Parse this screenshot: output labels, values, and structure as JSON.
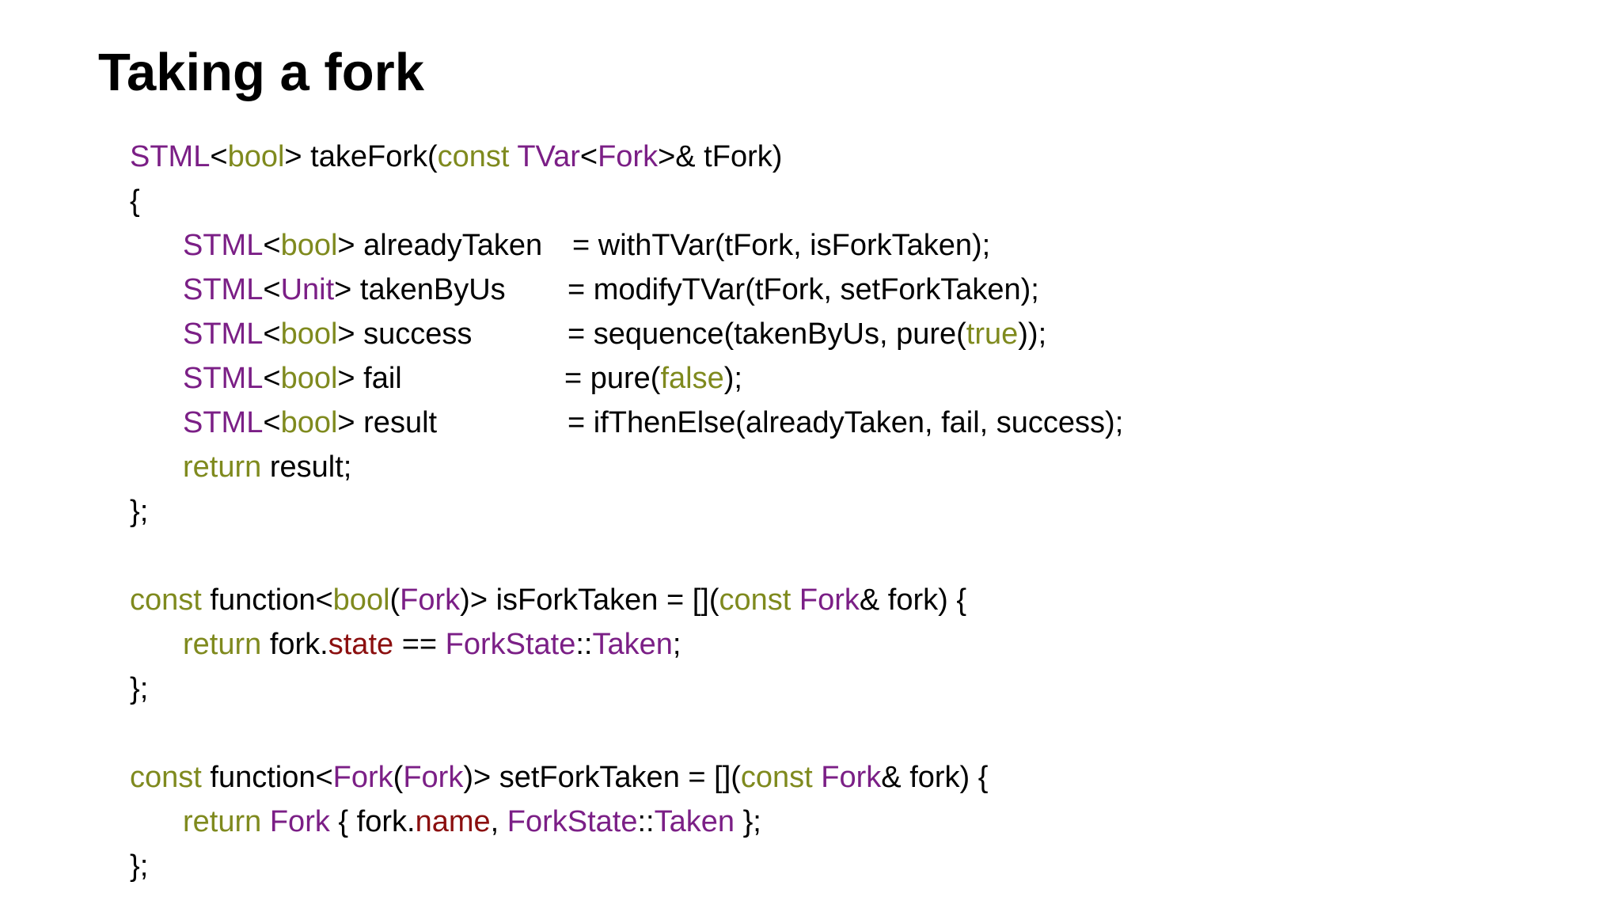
{
  "title": "Taking a fork",
  "colors": {
    "type": "#7b1f86",
    "keyword": "#7f8a1e",
    "field": "#8b0f0f",
    "text": "#000000",
    "background": "#ffffff"
  },
  "code": {
    "take_fork": {
      "signature": {
        "t1": "STML",
        "t2": "<",
        "t3": "bool",
        "t4": "> takeFork(",
        "t5": "const",
        "t6": " ",
        "t7": "TVar",
        "t8": "<",
        "t9": "Fork",
        "t10": ">& tFork)"
      },
      "open_brace": "{",
      "already_taken": {
        "t1": "STML",
        "t2": "<",
        "t3": "bool",
        "t4": "> alreadyTaken",
        "eq": "= withTVar(tFork, isForkTaken);"
      },
      "taken_by_us": {
        "t1": "STML",
        "t2": "<",
        "t3": "Unit",
        "t4": "> takenByUs",
        "eq": "= modifyTVar(tFork, setForkTaken);"
      },
      "success": {
        "t1": "STML",
        "t2": "<",
        "t3": "bool",
        "t4": "> success",
        "eq1": "= sequence(takenByUs, pure(",
        "eq2": "true",
        "eq3": "));"
      },
      "fail": {
        "t1": "STML",
        "t2": "<",
        "t3": "bool",
        "t4": "> fail",
        "eq1": "= pure(",
        "eq2": "false",
        "eq3": ");"
      },
      "result": {
        "t1": "STML",
        "t2": "<",
        "t3": "bool",
        "t4": "> result",
        "eq": "= ifThenElse(alreadyTaken, fail, success);"
      },
      "return_line": {
        "kw": "return",
        "rest": " result;"
      },
      "close": "};"
    },
    "is_fork_taken": {
      "signature": {
        "t1": "const",
        "t2": " function<",
        "t3": "bool",
        "t4": "(",
        "t5": "Fork",
        "t6": ")> isForkTaken = [](",
        "t7": "const",
        "t8": " ",
        "t9": "Fork",
        "t10": "& fork) {"
      },
      "body": {
        "t1": "return",
        "t2": " fork.",
        "t3": "state",
        "t4": " == ",
        "t5": "ForkState",
        "t6": "::",
        "t7": "Taken",
        "t8": ";"
      },
      "close": "};"
    },
    "set_fork_taken": {
      "signature": {
        "t1": "const",
        "t2": " function<",
        "t3": "Fork",
        "t4": "(",
        "t5": "Fork",
        "t6": ")> setForkTaken = [](",
        "t7": "const",
        "t8": " ",
        "t9": "Fork",
        "t10": "& fork) {"
      },
      "body": {
        "t1": "return",
        "t2": " ",
        "t3": "Fork",
        "t4": " { fork.",
        "t5": "name",
        "t6": ", ",
        "t7": "ForkState",
        "t8": "::",
        "t9": "Taken",
        "t10": " };"
      },
      "close": "};"
    }
  }
}
